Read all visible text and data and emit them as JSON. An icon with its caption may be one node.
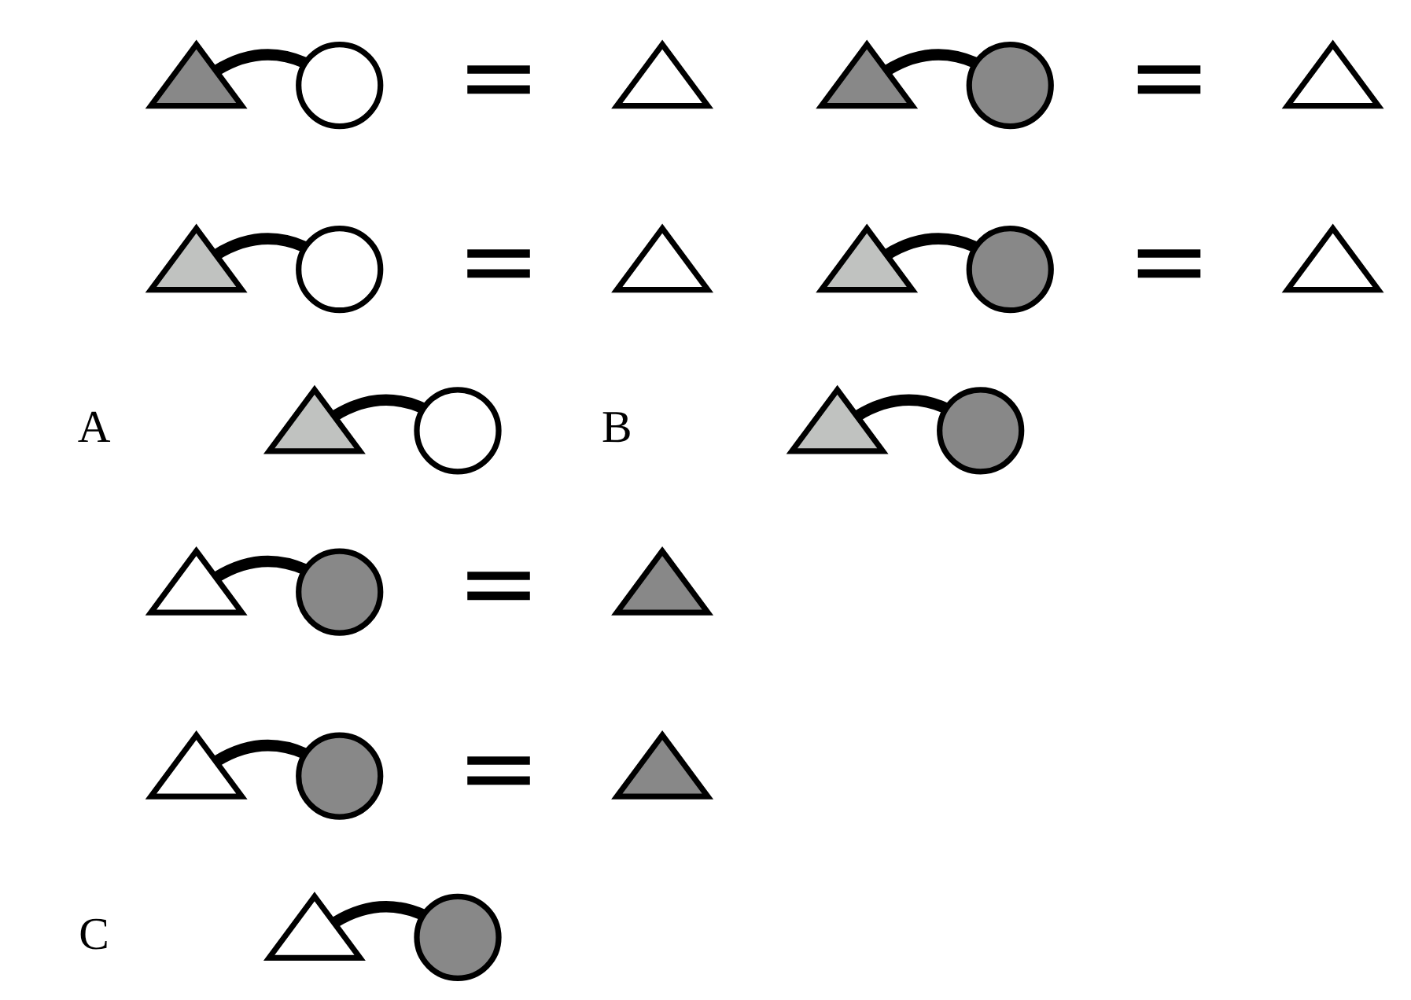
{
  "diagram": {
    "nodes": [
      {
        "text": [],
        "shape": "triangle"
      },
      {
        "text": [],
        "shape": "circle"
      },
      {
        "text": [],
        "shape": "triangle"
      },
      {
        "text": [],
        "shape": "triangle"
      },
      {
        "text": [],
        "shape": "circle"
      },
      {
        "text": [],
        "shape": "triangle"
      },
      {
        "text": [],
        "shape": "triangle"
      },
      {
        "text": [],
        "shape": "circle"
      },
      {
        "text": [],
        "shape": "triangle"
      },
      {
        "text": [],
        "shape": "circle"
      },
      {
        "text": [],
        "shape": "triangle"
      },
      {
        "text": [],
        "shape": "triangle"
      },
      {
        "text": [],
        "shape": "circle"
      },
      {
        "text": [],
        "shape": "triangle"
      },
      {
        "text": [],
        "shape": "triangle"
      },
      {
        "text": [],
        "shape": "circle"
      },
      {
        "text": [],
        "shape": "triangle"
      },
      {
        "text": [],
        "shape": "circle"
      },
      {
        "text": [],
        "shape": "triangle"
      },
      {
        "text": [],
        "shape": "triangle"
      },
      {
        "text": [],
        "shape": "circle"
      },
      {
        "text": [],
        "shape": "triangle"
      },
      {
        "text": [],
        "shape": "triangle"
      },
      {
        "text": [],
        "shape": "circle"
      }
    ],
    "edges": [
      {
        "from": 0,
        "to": 1,
        "arrow": "none"
      },
      {
        "from": 3,
        "to": 4,
        "arrow": "none"
      },
      {
        "from": 6,
        "to": 7,
        "arrow": "none"
      },
      {
        "from": 8,
        "to": 9,
        "arrow": "none"
      },
      {
        "from": 11,
        "to": 12,
        "arrow": "none"
      },
      {
        "from": 14,
        "to": 15,
        "arrow": "none"
      },
      {
        "from": 16,
        "to": 17,
        "arrow": "none"
      },
      {
        "from": 19,
        "to": 20,
        "arrow": "none"
      },
      {
        "from": 22,
        "to": 23,
        "arrow": "none"
      }
    ],
    "labels": [
      "=",
      "=",
      "A",
      "=",
      "=",
      "B",
      "=",
      "=",
      "C"
    ]
  }
}
